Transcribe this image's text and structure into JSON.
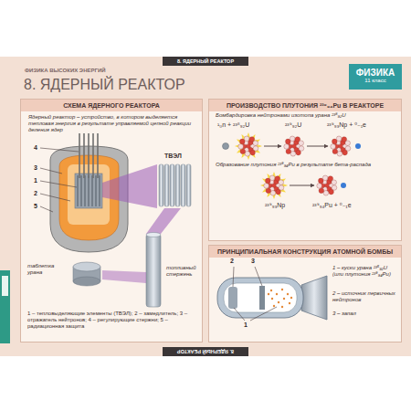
{
  "diagram": {
    "title": "8. ЯДЕРНЫЙ РЕАКТОР",
    "nodes": [
      {
        "text": [
          "8. ЯДЕРНЫЙ РЕАКТОР"
        ]
      },
      {
        "text": [
          "ФИЗИКА",
          "11 класс"
        ]
      },
      {
        "text": [
          "СХЕМА ЯДЕРНОГО РЕАКТОРА",
          "Ядерный реактор – устройство, в котором выделяется тепловая энергия в результате управляемой цепной реакции деления ядер"
        ]
      },
      {
        "text": [
          "ПРОИЗВОДСТВО ПЛУТОНИЯ ²³⁹₉₄Pu В РЕАКТОРЕ"
        ]
      },
      {
        "text": [
          "ПРИНЦИПИАЛЬНАЯ КОНСТРУКЦИЯ АТОМНОЙ БОМБЫ"
        ]
      },
      {
        "text": [
          "8. ЯДЕРНЫЙ РЕАКТОР"
        ]
      }
    ],
    "labels": [
      "ФИЗИКА ВЫСОКИХ ЭНЕРГИЙ",
      "4",
      "3",
      "1",
      "2",
      "5",
      "ТВЭЛ",
      "таблетка урана",
      "топливный стержень",
      "1 – тепловыделяющие элементы (ТВЭЛ); 2 – замедлитель; 3 – отражатель нейтронов; 4 – регулирующие стержни; 5 – радиационная защита",
      "Бомбардировка нейтронами изотопа урана ²³⁸₉₂U",
      "¹₀n + ²³⁸₉₂U",
      "²³⁹₉₂U",
      "²³⁹₉₃Np + ⁰₋₁e",
      "Образование плутония ²³⁹₉₄Pu в результате бета-распада",
      "²³⁹₉₃Np",
      "²³⁹₉₄Pu + ⁰₋₁e",
      "2",
      "3",
      "1",
      "1 – куски урана ²³⁵₉₂U (или плутония ²³⁹₉₄Pu)",
      "2 – источник первичных нейтронов",
      "3 – запал"
    ]
  }
}
